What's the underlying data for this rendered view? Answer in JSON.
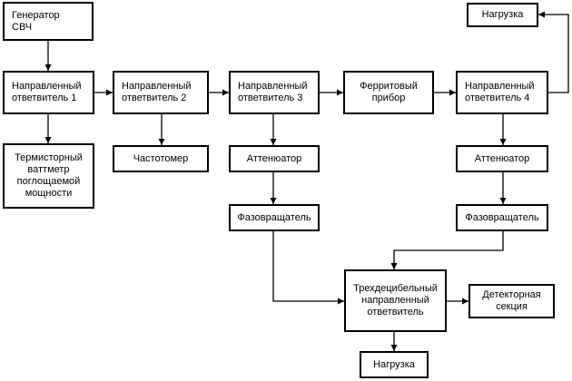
{
  "blocks": {
    "generator": {
      "label": "Генератор\nСВЧ"
    },
    "coupler1": {
      "label": "Направленный\nответвитель 1"
    },
    "coupler2": {
      "label": "Направленный\nответвитель 2"
    },
    "coupler3": {
      "label": "Направленный\nответвитель 3"
    },
    "ferrite": {
      "label": "Ферритовый\nприбор"
    },
    "coupler4": {
      "label": "Направленный\nответвитель 4"
    },
    "load_top": {
      "label": "Нагрузка"
    },
    "wattmeter": {
      "label": "Термисторный\nваттметр\nпоглощаемой\nмощности"
    },
    "frequency_meter": {
      "label": "Частотомер"
    },
    "attenuator1": {
      "label": "Аттенюатор"
    },
    "attenuator2": {
      "label": "Аттенюатор"
    },
    "phase_shifter1": {
      "label": "Фазовращатель"
    },
    "phase_shifter2": {
      "label": "Фазовращатель"
    },
    "three_db_coupler": {
      "label": "Трехдецибельный\nнаправленный\nответвитель"
    },
    "detector": {
      "label": "Детекторная\nсекция"
    },
    "load_bottom": {
      "label": "Нагрузка"
    }
  }
}
